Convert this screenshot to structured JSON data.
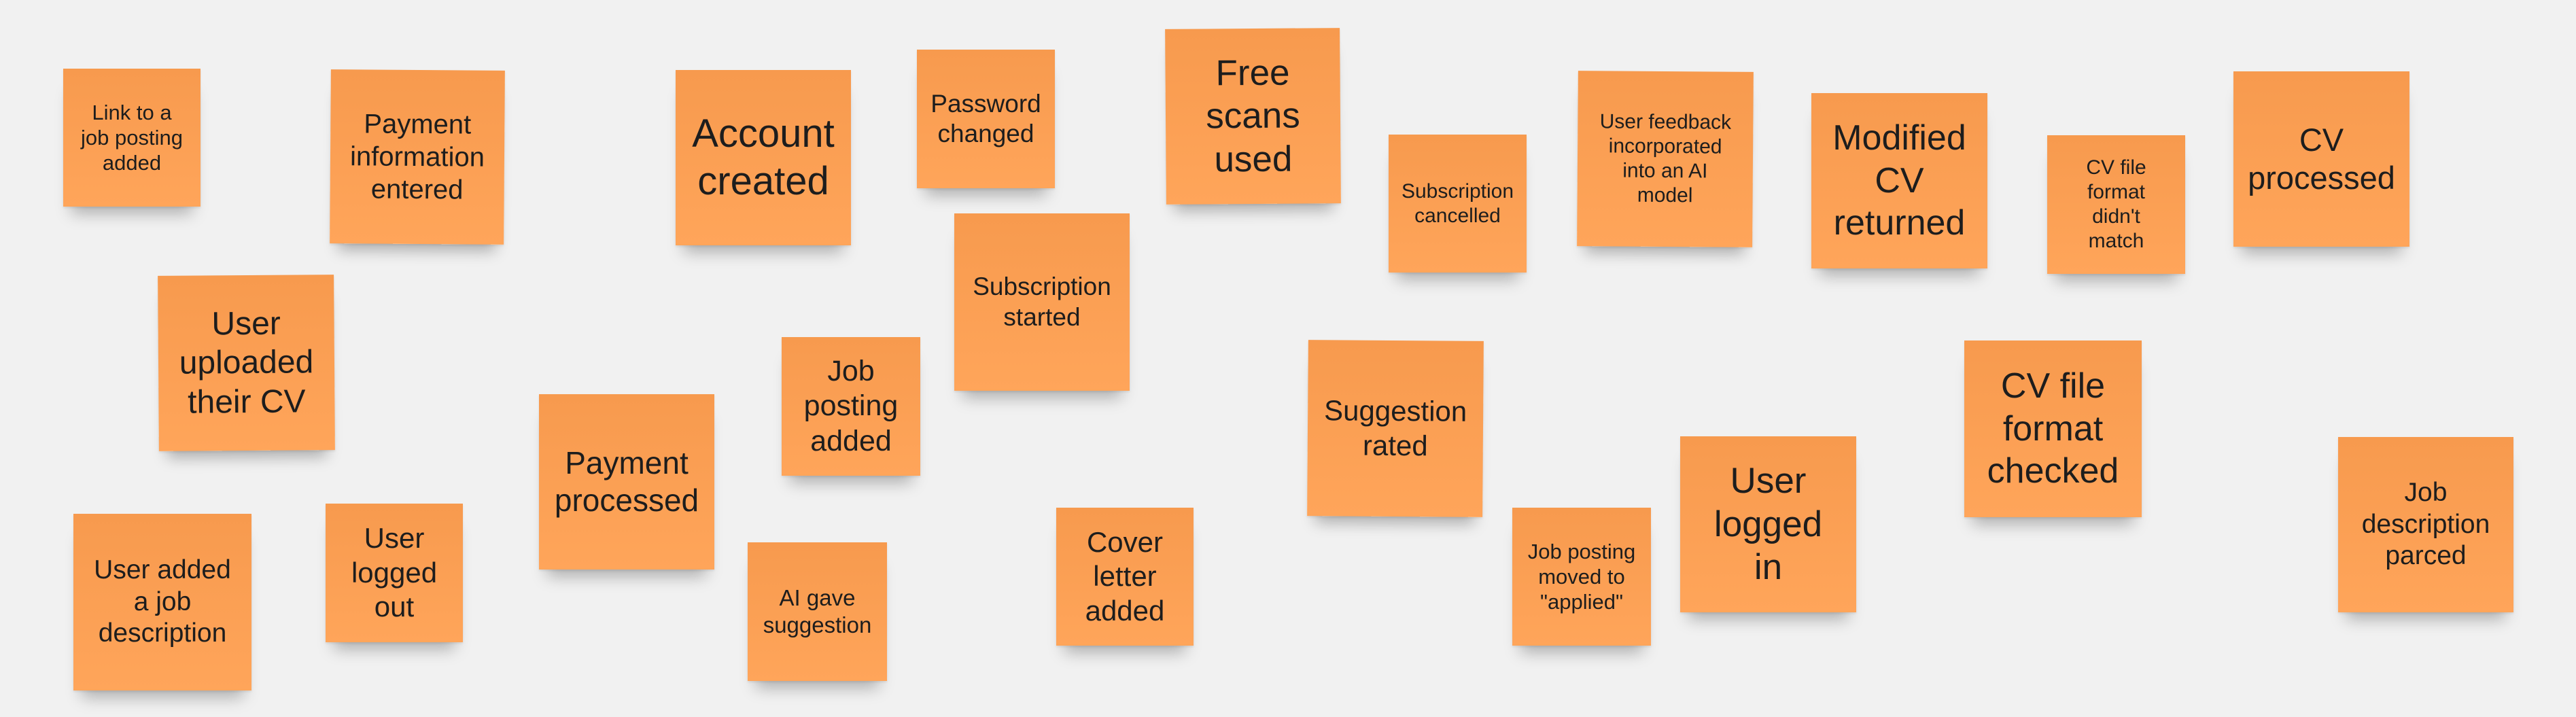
{
  "board": {
    "notes": [
      {
        "id": "link-job-posting-added",
        "text": "Link to a\njob posting\nadded"
      },
      {
        "id": "payment-information-entered",
        "text": "Payment\ninformation\nentered"
      },
      {
        "id": "account-created",
        "text": "Account\ncreated"
      },
      {
        "id": "password-changed",
        "text": "Password\nchanged"
      },
      {
        "id": "free-scans-used",
        "text": "Free\nscans\nused"
      },
      {
        "id": "subscription-cancelled",
        "text": "Subscription\ncancelled"
      },
      {
        "id": "user-feedback-incorporated",
        "text": "User feedback\nincorporated\ninto an AI\nmodel"
      },
      {
        "id": "modified-cv-returned",
        "text": "Modified\nCV\nreturned"
      },
      {
        "id": "cv-file-format-didnt-match",
        "text": "CV file\nformat\ndidn't\nmatch"
      },
      {
        "id": "cv-processed",
        "text": "CV\nprocessed"
      },
      {
        "id": "user-uploaded-cv",
        "text": "User\nuploaded\ntheir CV"
      },
      {
        "id": "subscription-started",
        "text": "Subscription\nstarted"
      },
      {
        "id": "job-posting-added",
        "text": "Job\nposting\nadded"
      },
      {
        "id": "payment-processed",
        "text": "Payment\nprocessed"
      },
      {
        "id": "suggestion-rated",
        "text": "Suggestion\nrated"
      },
      {
        "id": "cv-file-format-checked",
        "text": "CV file\nformat\nchecked"
      },
      {
        "id": "user-logged-in",
        "text": "User\nlogged\nin"
      },
      {
        "id": "job-description-parced",
        "text": "Job\ndescription\nparced"
      },
      {
        "id": "user-added-job-description",
        "text": "User added\na job\ndescription"
      },
      {
        "id": "user-logged-out",
        "text": "User\nlogged\nout"
      },
      {
        "id": "ai-gave-suggestion",
        "text": "AI gave\nsuggestion"
      },
      {
        "id": "cover-letter-added",
        "text": "Cover\nletter\nadded"
      },
      {
        "id": "job-posting-moved-applied",
        "text": "Job posting\nmoved to\n\"applied\""
      }
    ]
  }
}
